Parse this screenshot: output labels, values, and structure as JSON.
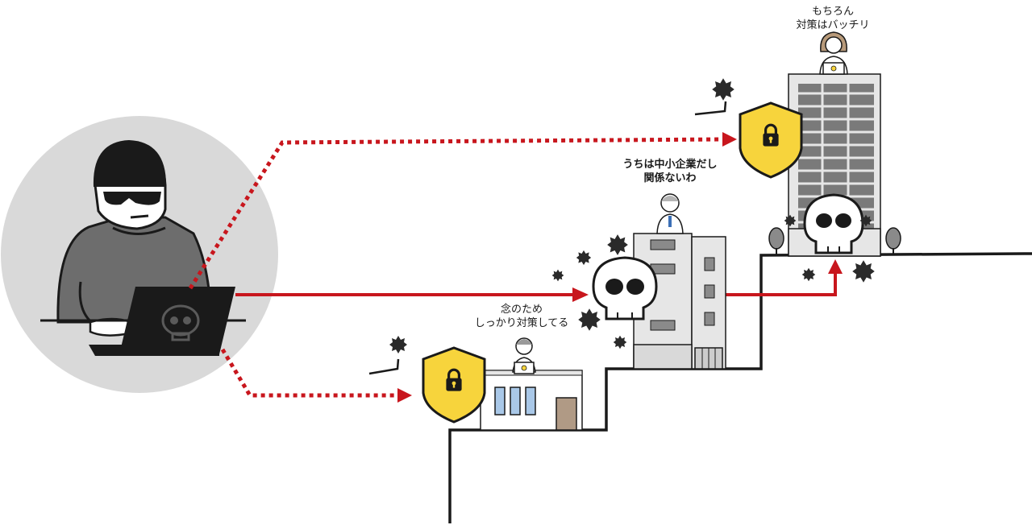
{
  "labels": {
    "small_company": {
      "line1": "念のため",
      "line2": "しっかり対策してる"
    },
    "medium_company": {
      "line1": "うちは中小企業だし",
      "line2": "関係ないわ"
    },
    "large_company": {
      "line1": "もちろん",
      "line2": "対策はバッチリ"
    }
  },
  "colors": {
    "attack": "#c8161d",
    "shield": "#f7d43c",
    "ink": "#1a1a1a",
    "circle": "#d9d9d9",
    "hacker_body": "#6d6d6d"
  },
  "icons": [
    "hacker",
    "laptop-skull-icon",
    "shield-lock-icon",
    "skull-icon",
    "virus-icon",
    "office-building",
    "tower-building"
  ]
}
